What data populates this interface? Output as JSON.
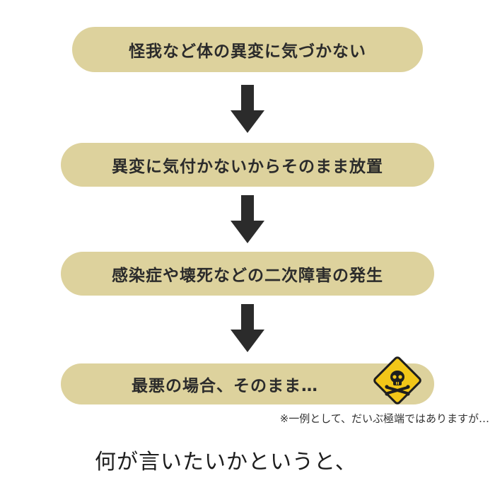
{
  "flow": {
    "steps": [
      {
        "label": "怪我など体の異変に気づかない"
      },
      {
        "label": "異変に気付かないからそのまま放置"
      },
      {
        "label": "感染症や壊死などの二次障害の発生"
      },
      {
        "label": "最悪の場合、そのまま…"
      }
    ],
    "pill_color": "#ddd29d",
    "arrow_color": "#2b2b2b",
    "hazard_icon": "skull-crossbones-warning-icon",
    "hazard_color": "#f2c618"
  },
  "note": "※一例として、だいぶ極端ではありますが…",
  "bottom_text": "何が言いたいかというと、"
}
